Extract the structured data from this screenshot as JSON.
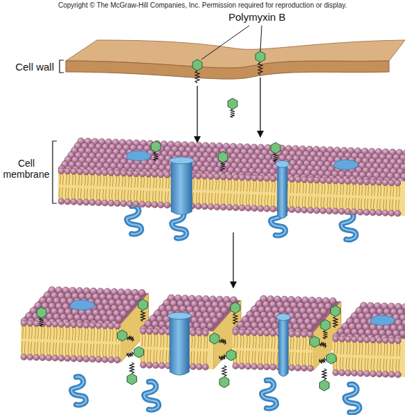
{
  "diagram": {
    "labels": [
      "Copyright © The McGraw-Hill Companies, Inc. Permission required for reproduction or display.",
      "Polymyxin B",
      "Cell wall",
      "Cell membrane"
    ]
  }
}
